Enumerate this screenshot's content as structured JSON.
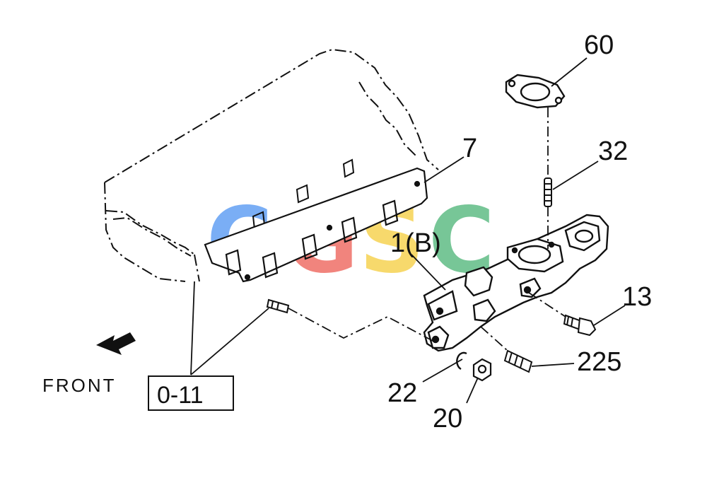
{
  "labels": {
    "p60": "60",
    "p7": "7",
    "p32": "32",
    "p1b": "1(B)",
    "p13": "13",
    "p225": "225",
    "p22": "22",
    "p20": "20",
    "front": "FRONT",
    "ref": "0-11"
  },
  "watermark": {
    "letters": [
      "C",
      "G",
      "S",
      "C"
    ],
    "colors": [
      "#6fa8f5",
      "#f07a72",
      "#f7d660",
      "#6cc28f"
    ]
  },
  "line_color": "#111111"
}
